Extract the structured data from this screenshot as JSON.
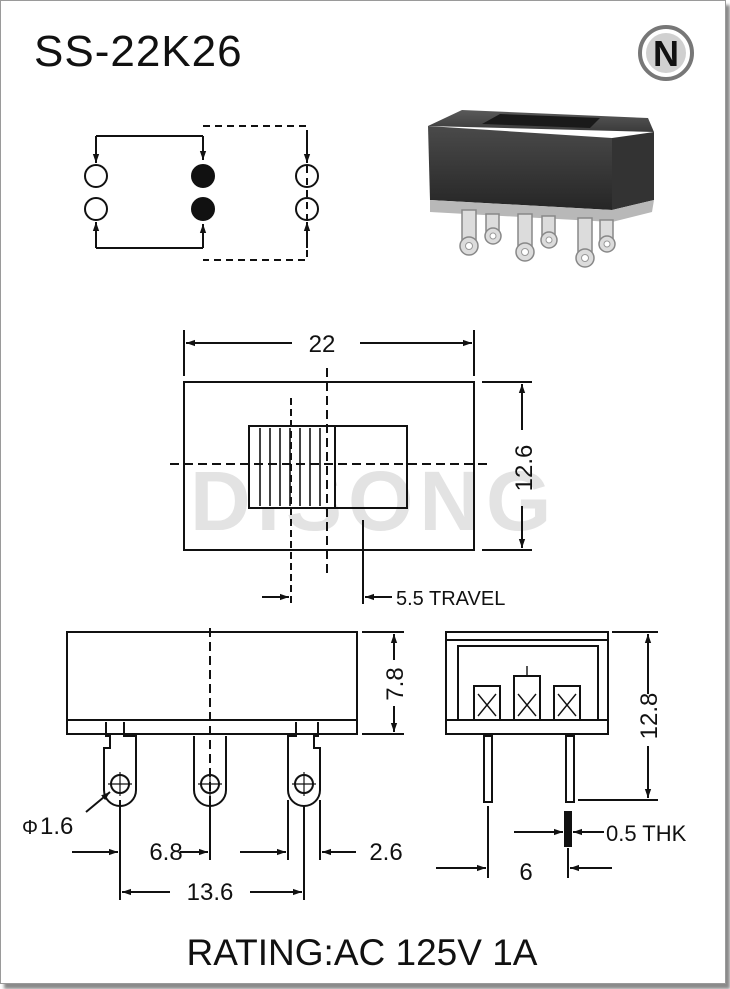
{
  "title": "SS-22K26",
  "logo_letter": "N",
  "watermark": "DISONG",
  "rating": "RATING:AC 125V 1A",
  "dimensions": {
    "length": "22",
    "width": "12.6",
    "travel": "5.5 TRAVEL",
    "height_body": "7.8",
    "height_total": "12.8",
    "hole_diameter": "1.6",
    "hole_symbol": "Φ",
    "pin_pitch": "6.8",
    "pin_span": "13.6",
    "edge_offset": "2.6",
    "row_spacing": "6",
    "pin_thickness": "0.5 THK"
  },
  "icons": {
    "logo": "n-logo-icon",
    "product_photo": "slide-switch-photo-icon"
  }
}
